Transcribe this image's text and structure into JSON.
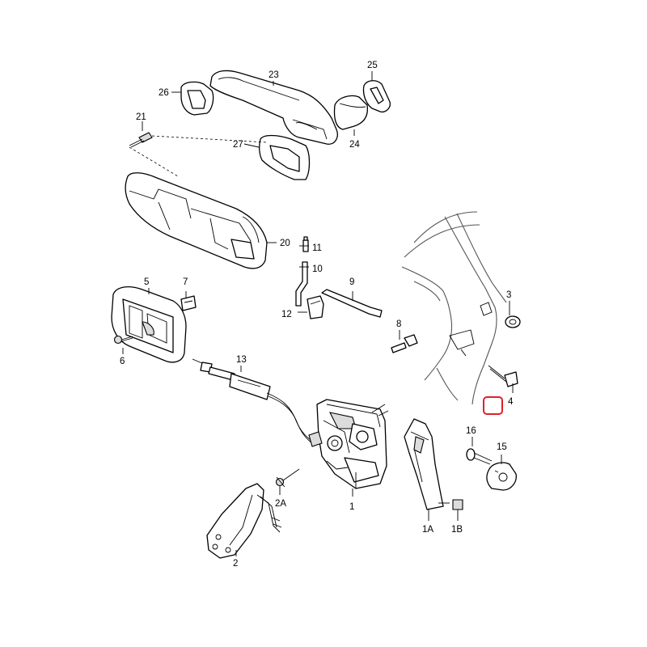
{
  "labels": {
    "p1": "1",
    "p1a": "1A",
    "p1b": "1B",
    "p2": "2",
    "p2a": "2A",
    "p3": "3",
    "p4": "4",
    "p5": "5",
    "p6": "6",
    "p7": "7",
    "p8": "8",
    "p9": "9",
    "p10": "10",
    "p11": "11",
    "p12": "12",
    "p13": "13",
    "p15": "15",
    "p16": "16",
    "p20": "20",
    "p21": "21",
    "p23": "23",
    "p24": "24",
    "p25": "25",
    "p26": "26",
    "p27": "27"
  },
  "colors": {
    "line": "#000000",
    "highlight_box": "#e0202a",
    "background": "#ffffff"
  }
}
